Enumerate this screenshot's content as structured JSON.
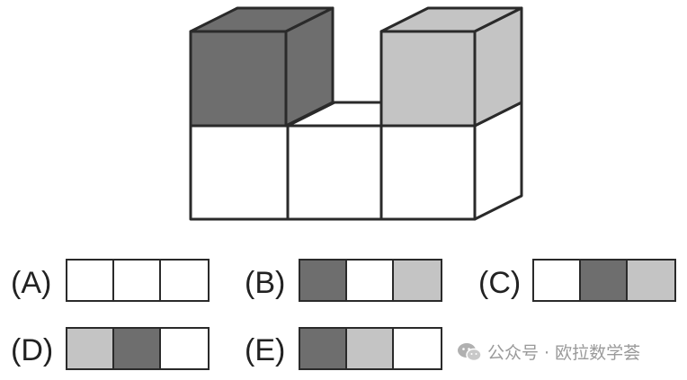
{
  "figure": {
    "colors": {
      "dark": "#6e6e6e",
      "light": "#c4c4c4",
      "white": "#ffffff",
      "stroke": "#2a2a2a"
    }
  },
  "options": [
    {
      "label": "(A)",
      "cells": [
        "white",
        "white",
        "white"
      ]
    },
    {
      "label": "(B)",
      "cells": [
        "dark",
        "white",
        "light"
      ]
    },
    {
      "label": "(C)",
      "cells": [
        "white",
        "dark",
        "light"
      ]
    },
    {
      "label": "(D)",
      "cells": [
        "light",
        "dark",
        "white"
      ]
    },
    {
      "label": "(E)",
      "cells": [
        "dark",
        "light",
        "white"
      ]
    }
  ],
  "watermark": {
    "text": "公众号 · 欧拉数学荟",
    "icon": "wechat-icon"
  }
}
